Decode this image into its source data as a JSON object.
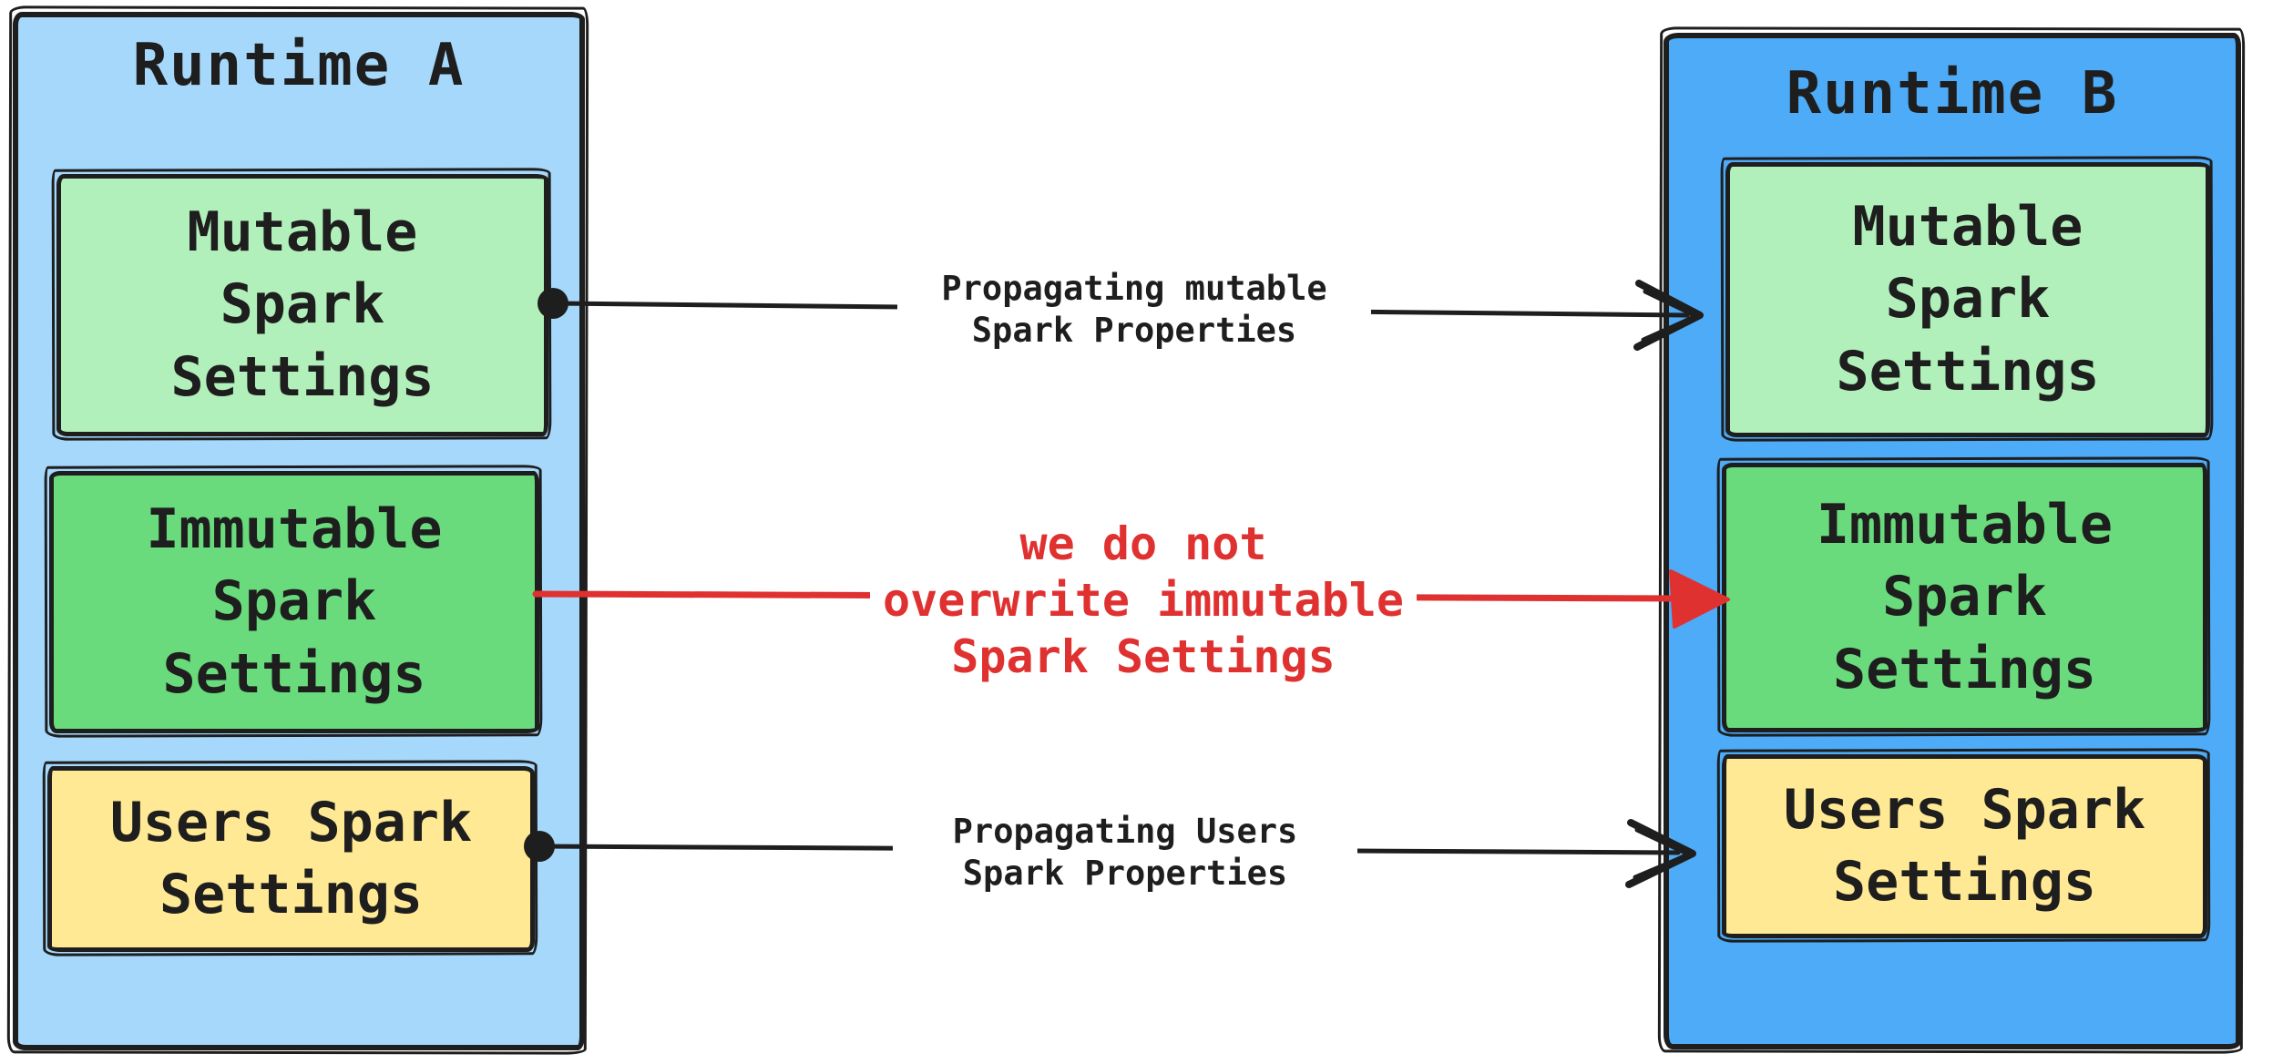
{
  "diagram": {
    "runtime_a": {
      "title": "Runtime A",
      "boxes": [
        {
          "name": "mutable-spark-settings",
          "label": "Mutable\nSpark\nSettings",
          "color": "#b2f0bb"
        },
        {
          "name": "immutable-spark-settings",
          "label": "Immutable\nSpark\nSettings",
          "color": "#69db7c"
        },
        {
          "name": "users-spark-settings",
          "label": "Users Spark\nSettings",
          "color": "#ffe994"
        }
      ]
    },
    "runtime_b": {
      "title": "Runtime B",
      "boxes": [
        {
          "name": "mutable-spark-settings",
          "label": "Mutable\nSpark\nSettings",
          "color": "#b2f0bb"
        },
        {
          "name": "immutable-spark-settings",
          "label": "Immutable\nSpark\nSettings",
          "color": "#69db7c"
        },
        {
          "name": "users-spark-settings",
          "label": "Users Spark\nSettings",
          "color": "#ffe994"
        }
      ]
    },
    "arrows": [
      {
        "name": "propagate-mutable",
        "label": "Propagating mutable\nSpark Properties",
        "color": "#1e1e1e",
        "from": "runtime-a-mutable",
        "to": "runtime-b-mutable"
      },
      {
        "name": "no-overwrite-immutable",
        "label": "we do not\noverwrite immutable\nSpark Settings",
        "color": "#e03131",
        "from": "runtime-a-immutable",
        "to": "runtime-b-immutable"
      },
      {
        "name": "propagate-users",
        "label": "Propagating Users\nSpark Properties",
        "color": "#1e1e1e",
        "from": "runtime-a-users",
        "to": "runtime-b-users"
      }
    ],
    "colors": {
      "runtime_a_bg": "#a5d8fb",
      "runtime_b_bg": "#4dabf7",
      "mutable_bg": "#b2f0bb",
      "immutable_bg": "#69db7c",
      "users_bg": "#ffe994",
      "stroke": "#1e1e1e",
      "red_accent": "#e03131",
      "page_bg": "#ffffff"
    }
  }
}
